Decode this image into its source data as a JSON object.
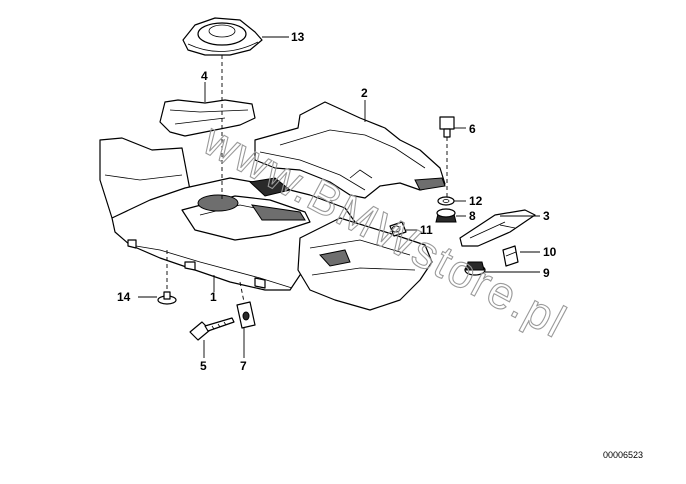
{
  "diagram": {
    "callouts": [
      "1",
      "2",
      "3",
      "4",
      "5",
      "6",
      "7",
      "8",
      "9",
      "10",
      "11",
      "12",
      "13",
      "14"
    ],
    "catalog_number": "00006523",
    "watermark": "www.BMWstore.pl"
  }
}
